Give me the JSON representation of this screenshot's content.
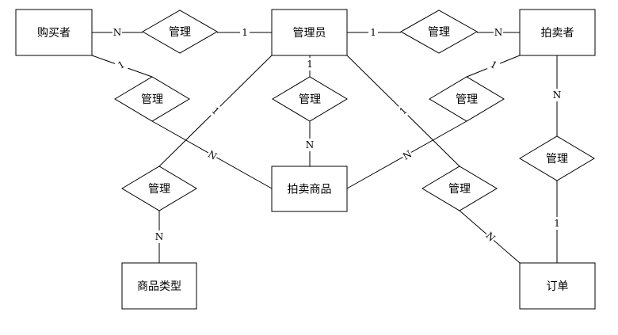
{
  "colors": {
    "line": "#000000",
    "fill": "#ffffff"
  },
  "entities": [
    {
      "id": "buyer",
      "label": "购买者"
    },
    {
      "id": "admin",
      "label": "管理员"
    },
    {
      "id": "seller",
      "label": "拍卖者"
    },
    {
      "id": "goods",
      "label": "拍卖商品"
    },
    {
      "id": "category",
      "label": "商品类型"
    },
    {
      "id": "order",
      "label": "订单"
    }
  ],
  "relationships": [
    {
      "id": "r_buyer_admin",
      "label": "管理"
    },
    {
      "id": "r_admin_seller",
      "label": "管理"
    },
    {
      "id": "r_buyer_goods",
      "label": "管理"
    },
    {
      "id": "r_admin_goods",
      "label": "管理"
    },
    {
      "id": "r_seller_goods",
      "label": "管理"
    },
    {
      "id": "r_seller_order",
      "label": "管理"
    },
    {
      "id": "r_admin_category",
      "label": "管理"
    },
    {
      "id": "r_admin_order",
      "label": "管理"
    }
  ],
  "connections": [
    {
      "rel": "r_buyer_admin",
      "from": "buyer",
      "to": "admin",
      "from_card": "N",
      "to_card": "1"
    },
    {
      "rel": "r_admin_seller",
      "from": "admin",
      "to": "seller",
      "from_card": "1",
      "to_card": "N"
    },
    {
      "rel": "r_buyer_goods",
      "from": "buyer",
      "to": "goods",
      "from_card": "1",
      "to_card": "N"
    },
    {
      "rel": "r_admin_goods",
      "from": "admin",
      "to": "goods",
      "from_card": "1",
      "to_card": "N"
    },
    {
      "rel": "r_seller_goods",
      "from": "seller",
      "to": "goods",
      "from_card": "1",
      "to_card": "N"
    },
    {
      "rel": "r_seller_order",
      "from": "seller",
      "to": "order",
      "from_card": "N",
      "to_card": "1"
    },
    {
      "rel": "r_admin_category",
      "from": "admin",
      "to": "category",
      "from_card": "1",
      "to_card": "N"
    },
    {
      "rel": "r_admin_order",
      "from": "admin",
      "to": "order",
      "from_card": "1",
      "to_card": "N"
    }
  ]
}
